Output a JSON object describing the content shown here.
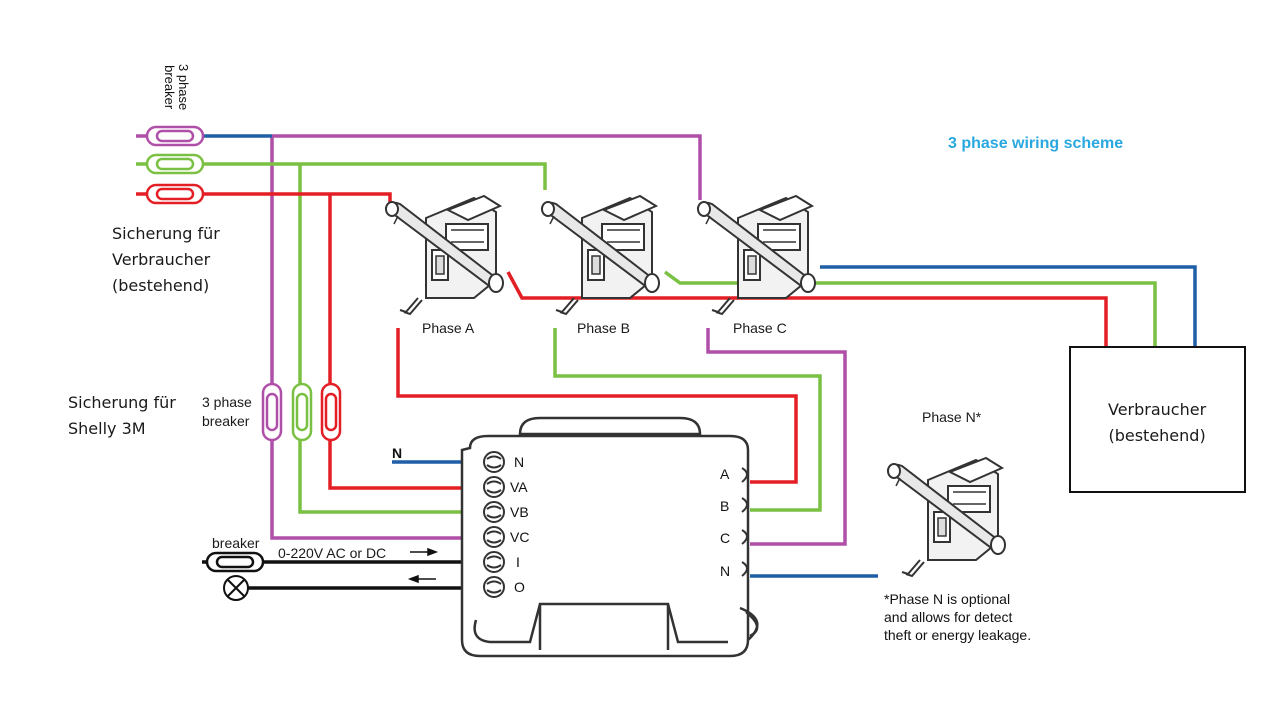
{
  "title": "3 phase wiring scheme",
  "top_breaker_label": "3 phase\nbreaker",
  "fuse_consumer": "Sicherung für\nVerbraucher\n(bestehend)",
  "fuse_shelly": "Sicherung für\nShelly 3M",
  "mid_breaker_label": "3 phase\nbreaker",
  "clamp_labels": {
    "a": "Phase A",
    "b": "Phase B",
    "c": "Phase C",
    "n": "Phase N*"
  },
  "consumer_box": "Verbraucher\n(bestehend)",
  "n_wire_label": "N",
  "shelly_left_terminals": [
    "N",
    "VA",
    "VB",
    "VC",
    "I",
    "O"
  ],
  "shelly_right_terminals": [
    "A",
    "B",
    "C",
    "N"
  ],
  "breaker_label": "breaker",
  "supply_label": "0-220V AC or DC",
  "phase_n_note": "*Phase N is optional\nand allows for detect\ntheft or energy leakage.",
  "colors": {
    "blue": "#1f5fa8",
    "green": "#7ac143",
    "red": "#e31e24",
    "purple": "#b04fa8",
    "title": "#29a8e0"
  }
}
